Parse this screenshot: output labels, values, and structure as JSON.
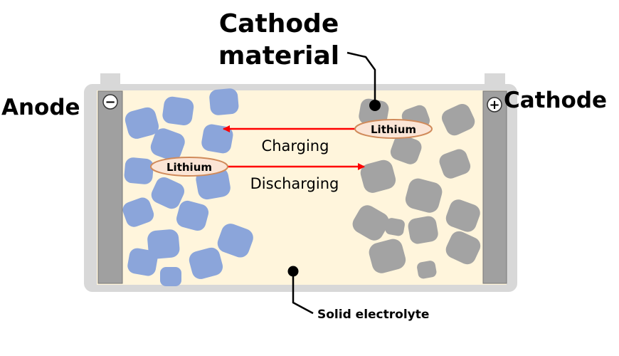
{
  "labels": {
    "cathode_material_line1": "Cathode",
    "cathode_material_line2": "material",
    "anode": "Anode",
    "cathode": "Cathode",
    "charging": "Charging",
    "discharging": "Discharging",
    "lithium_charging": "Lithium",
    "lithium_discharging": "Lithium",
    "solid_electrolyte": "Solid electrolyte",
    "minus_sign": "−",
    "plus_sign": "+"
  },
  "colors": {
    "anode_particles": "#8ba5da",
    "cathode_particles": "#a3a3a3",
    "electrolyte": "#fff5dc",
    "casing": "#d8d8d8",
    "electrode_plate": "#a0a0a0",
    "arrow": "#ff0000",
    "lithium_fill": "#fbe5d6",
    "lithium_stroke": "#d08a5a"
  }
}
